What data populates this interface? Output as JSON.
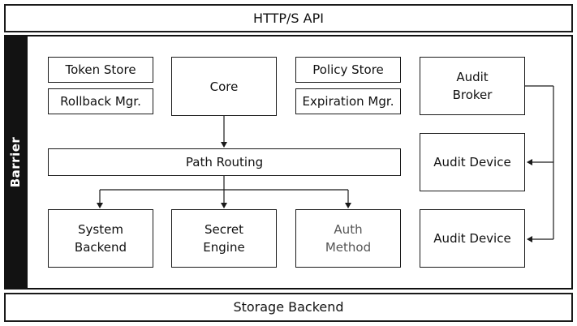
{
  "top_bar": {
    "label": "HTTP/S API"
  },
  "barrier": {
    "label": "Barrier"
  },
  "bottom_bar": {
    "label": "Storage Backend"
  },
  "components": {
    "token_store": "Token Store",
    "rollback_mgr": "Rollback Mgr.",
    "core": "Core",
    "policy_store": "Policy Store",
    "expiration_mgr": "Expiration Mgr.",
    "audit_broker": [
      "Audit",
      "Broker"
    ],
    "path_routing": "Path Routing",
    "audit_device_1": "Audit Device",
    "audit_device_2": "Audit Device",
    "system_backend": [
      "System",
      "Backend"
    ],
    "secret_engine": [
      "Secret",
      "Engine"
    ],
    "auth_method": [
      "Auth",
      "Method"
    ]
  },
  "colors": {
    "border": "#1a1a1a",
    "barrier_fill": "#121212",
    "muted_text": "#555555"
  }
}
